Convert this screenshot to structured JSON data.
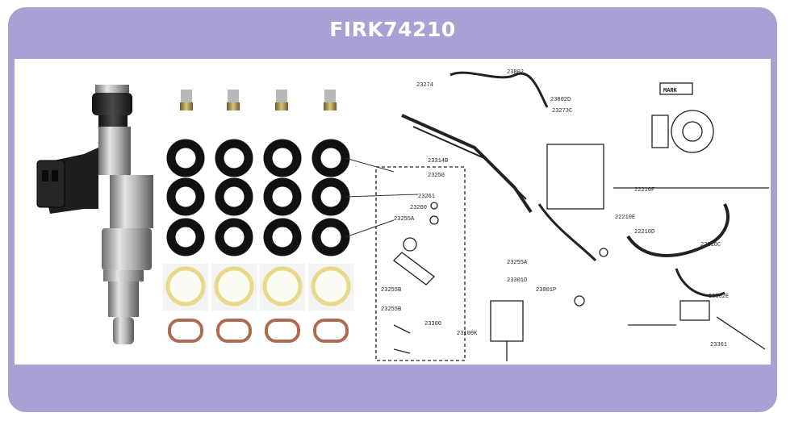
{
  "title": "FIRK74210",
  "diagram_labels": {
    "l1": "23274",
    "l2": "23802",
    "l3": "23802D",
    "l4": "23273C",
    "l5": "23314B",
    "l6": "23250",
    "l7": "23261",
    "l8": "23255A",
    "l9": "23260",
    "l10": "23300",
    "l11": "23100K",
    "l12": "22210F",
    "l13": "22210E",
    "l14": "22210C",
    "l15": "23801P",
    "l16": "23301D",
    "l17": "23802E",
    "l18": "23361",
    "l19": "22210D",
    "l20": "23255B",
    "l21": "23255A",
    "l22": "23255B",
    "l23": "MARK"
  }
}
